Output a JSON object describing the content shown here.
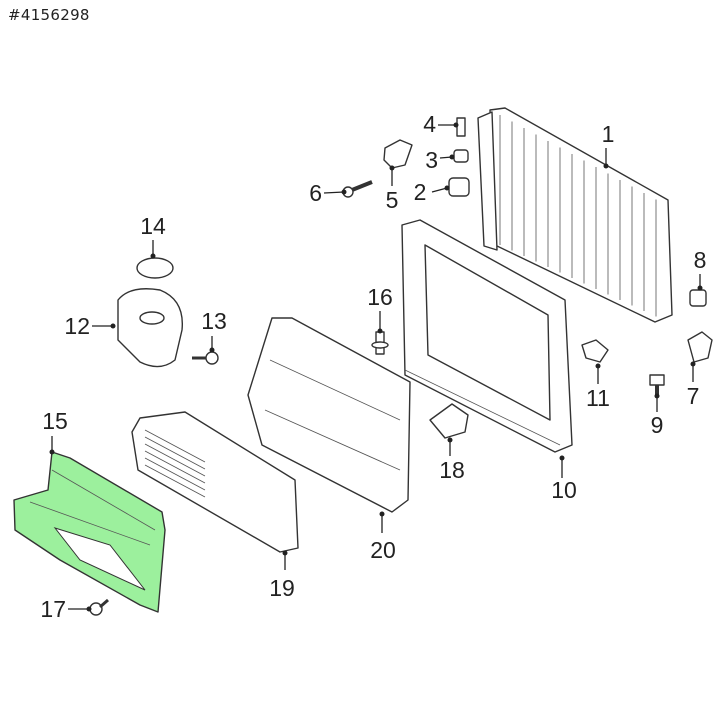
{
  "reference": "#4156298",
  "highlight_color": "#9cf09d",
  "callouts": [
    {
      "number": "1",
      "part": "radiator"
    },
    {
      "number": "2",
      "part": "mount-bushing"
    },
    {
      "number": "3",
      "part": "mount-bushing-small"
    },
    {
      "number": "4",
      "part": "pin"
    },
    {
      "number": "5",
      "part": "bracket"
    },
    {
      "number": "6",
      "part": "bolt"
    },
    {
      "number": "7",
      "part": "bracket-clip"
    },
    {
      "number": "8",
      "part": "bushing"
    },
    {
      "number": "9",
      "part": "bolt"
    },
    {
      "number": "10",
      "part": "radiator-support-frame"
    },
    {
      "number": "11",
      "part": "clip"
    },
    {
      "number": "12",
      "part": "coolant-reservoir"
    },
    {
      "number": "13",
      "part": "screw"
    },
    {
      "number": "14",
      "part": "reservoir-cap"
    },
    {
      "number": "15",
      "part": "air-deflector-lower"
    },
    {
      "number": "16",
      "part": "push-pin"
    },
    {
      "number": "17",
      "part": "screw"
    },
    {
      "number": "18",
      "part": "seal"
    },
    {
      "number": "19",
      "part": "active-grille-shutter"
    },
    {
      "number": "20",
      "part": "air-deflector-shroud"
    }
  ]
}
